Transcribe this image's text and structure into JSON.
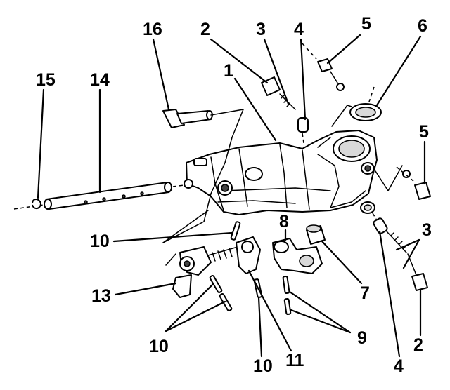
{
  "diagram": {
    "callouts": [
      {
        "id": "c16",
        "text": "16"
      },
      {
        "id": "c2a",
        "text": "2"
      },
      {
        "id": "c3a",
        "text": "3"
      },
      {
        "id": "c4a",
        "text": "4"
      },
      {
        "id": "c5a",
        "text": "5"
      },
      {
        "id": "c6",
        "text": "6"
      },
      {
        "id": "c15",
        "text": "15"
      },
      {
        "id": "c14",
        "text": "14"
      },
      {
        "id": "c1",
        "text": "1"
      },
      {
        "id": "c5b",
        "text": "5"
      },
      {
        "id": "c10a",
        "text": "10"
      },
      {
        "id": "c8",
        "text": "8"
      },
      {
        "id": "c3b",
        "text": "3"
      },
      {
        "id": "c13",
        "text": "13"
      },
      {
        "id": "c7",
        "text": "7"
      },
      {
        "id": "c9",
        "text": "9"
      },
      {
        "id": "c10b",
        "text": "10"
      },
      {
        "id": "c2b",
        "text": "2"
      },
      {
        "id": "c10c",
        "text": "10"
      },
      {
        "id": "c11",
        "text": "11"
      },
      {
        "id": "c4b",
        "text": "4"
      }
    ]
  }
}
